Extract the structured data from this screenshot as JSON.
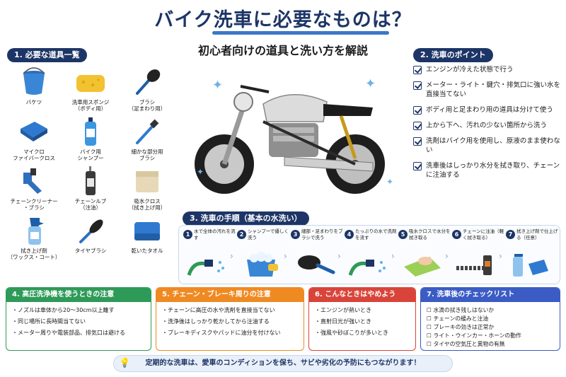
{
  "title": "バイク洗車に必要なものは？",
  "subtitle": "初心者向けの道具と洗い方を解説",
  "colors": {
    "navy": "#1d3566",
    "blue": "#3a78c8",
    "green": "#2e9a58",
    "orange": "#ef8a23",
    "red": "#d9443a",
    "purple": "#3b5cc4"
  },
  "tools": {
    "header": "1. 必要な道具一覧",
    "items": [
      {
        "label": "バケツ",
        "icon": "bucket-icon"
      },
      {
        "label": "洗車用スポンジ\n（ボディ用）",
        "icon": "sponge-icon"
      },
      {
        "label": "ブラシ\n（足まわり用）",
        "icon": "brush-icon"
      },
      {
        "label": "マイクロ\nファイバークロス",
        "icon": "cloth-icon"
      },
      {
        "label": "バイク用\nシャンプー",
        "icon": "shampoo-icon"
      },
      {
        "label": "細かな部分用\nブラシ",
        "icon": "detail-brush-icon"
      },
      {
        "label": "チェーンクリーナー\n・ブラシ",
        "icon": "chain-cleaner-icon"
      },
      {
        "label": "チェーンルブ\n（注油）",
        "icon": "chain-lube-icon"
      },
      {
        "label": "吸水クロス\n（拭き上げ用）",
        "icon": "absorbent-cloth-icon"
      },
      {
        "label": "拭き上げ剤\n（ワックス・コート）",
        "icon": "spray-bottle-icon"
      },
      {
        "label": "タイヤブラシ",
        "icon": "tire-brush-icon"
      },
      {
        "label": "乾いたタオル",
        "icon": "towel-icon"
      }
    ]
  },
  "points": {
    "header": "2. 洗車のポイント",
    "items": [
      "エンジンが冷えた状態で行う",
      "メーター・ライト・鍵穴・排気口に強い水を直接当てない",
      "ボディ用と足まわり用の道具は分けて使う",
      "上から下へ、汚れの少ない箇所から洗う",
      "洗剤はバイク用を使用し、原液のまま使わない",
      "洗車後はしっかり水分を拭き取り、チェーンに注油する"
    ]
  },
  "steps": {
    "header": "3. 洗車の手順（基本の水洗い）",
    "items": [
      {
        "num": "1",
        "text": "水で全体の汚れを流す"
      },
      {
        "num": "2",
        "text": "シャンプーで優しく洗う"
      },
      {
        "num": "3",
        "text": "細部・足まわりをブラシで洗う"
      },
      {
        "num": "4",
        "text": "たっぷりの水で洗剤を流す"
      },
      {
        "num": "5",
        "text": "吸水クロスで水分を拭き取る"
      },
      {
        "num": "6",
        "text": "チェーンに注油（軽く拭き取る）"
      },
      {
        "num": "7",
        "text": "拭き上げ剤で仕上げる（任意）"
      }
    ]
  },
  "cards": {
    "pressure": {
      "header": "4. 高圧洗浄機を使うときの注意",
      "items": [
        "ノズルは車体から20〜30cm以上離す",
        "同じ場所に長時間当てない",
        "メーター周りや電装部品、排気口は避ける"
      ]
    },
    "chain": {
      "header": "5. チェーン・ブレーキ周りの注意",
      "items": [
        "チェーンに高圧の水や洗剤を直接当てない",
        "洗浄後はしっかり乾かしてから注油する",
        "ブレーキディスクやパッドに油分を付けない"
      ]
    },
    "avoid": {
      "header": "6. こんなときはやめよう",
      "items": [
        "エンジンが熱いとき",
        "直射日光が強いとき",
        "強風や砂ぼこりが多いとき"
      ]
    },
    "checklist": {
      "header": "7. 洗車後のチェックリスト",
      "items": [
        "水滴の拭き残しはないか",
        "チェーンの緩みと注油",
        "ブレーキの効きは正常か",
        "ライト・ウインカー・ホーンの動作",
        "タイヤの空気圧と異物の有無"
      ]
    }
  },
  "banner": "定期的な洗車は、愛車のコンディションを保ち、サビや劣化の予防にもつながります！"
}
